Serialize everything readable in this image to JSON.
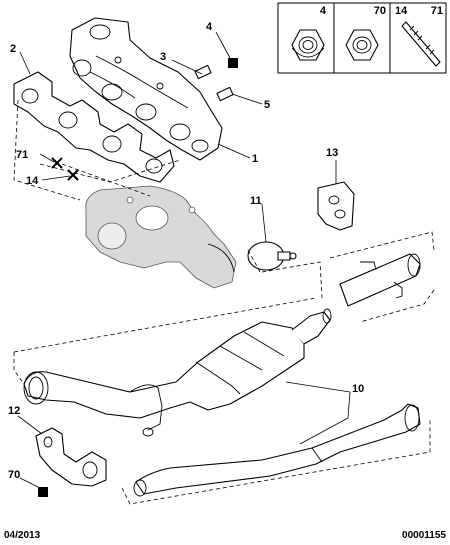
{
  "callouts": {
    "c1": "1",
    "c2": "2",
    "c3": "3",
    "c4": "4",
    "c5": "5",
    "c10": "10",
    "c11": "11",
    "c12": "12",
    "c13": "13",
    "c14": "14",
    "c70": "70",
    "c71": "71"
  },
  "hardware_box": {
    "nut_a": "4",
    "nut_b": "70",
    "stud_left": "14",
    "stud_right": "71"
  },
  "footer": {
    "date": "04/2013",
    "reference": "00001155"
  }
}
